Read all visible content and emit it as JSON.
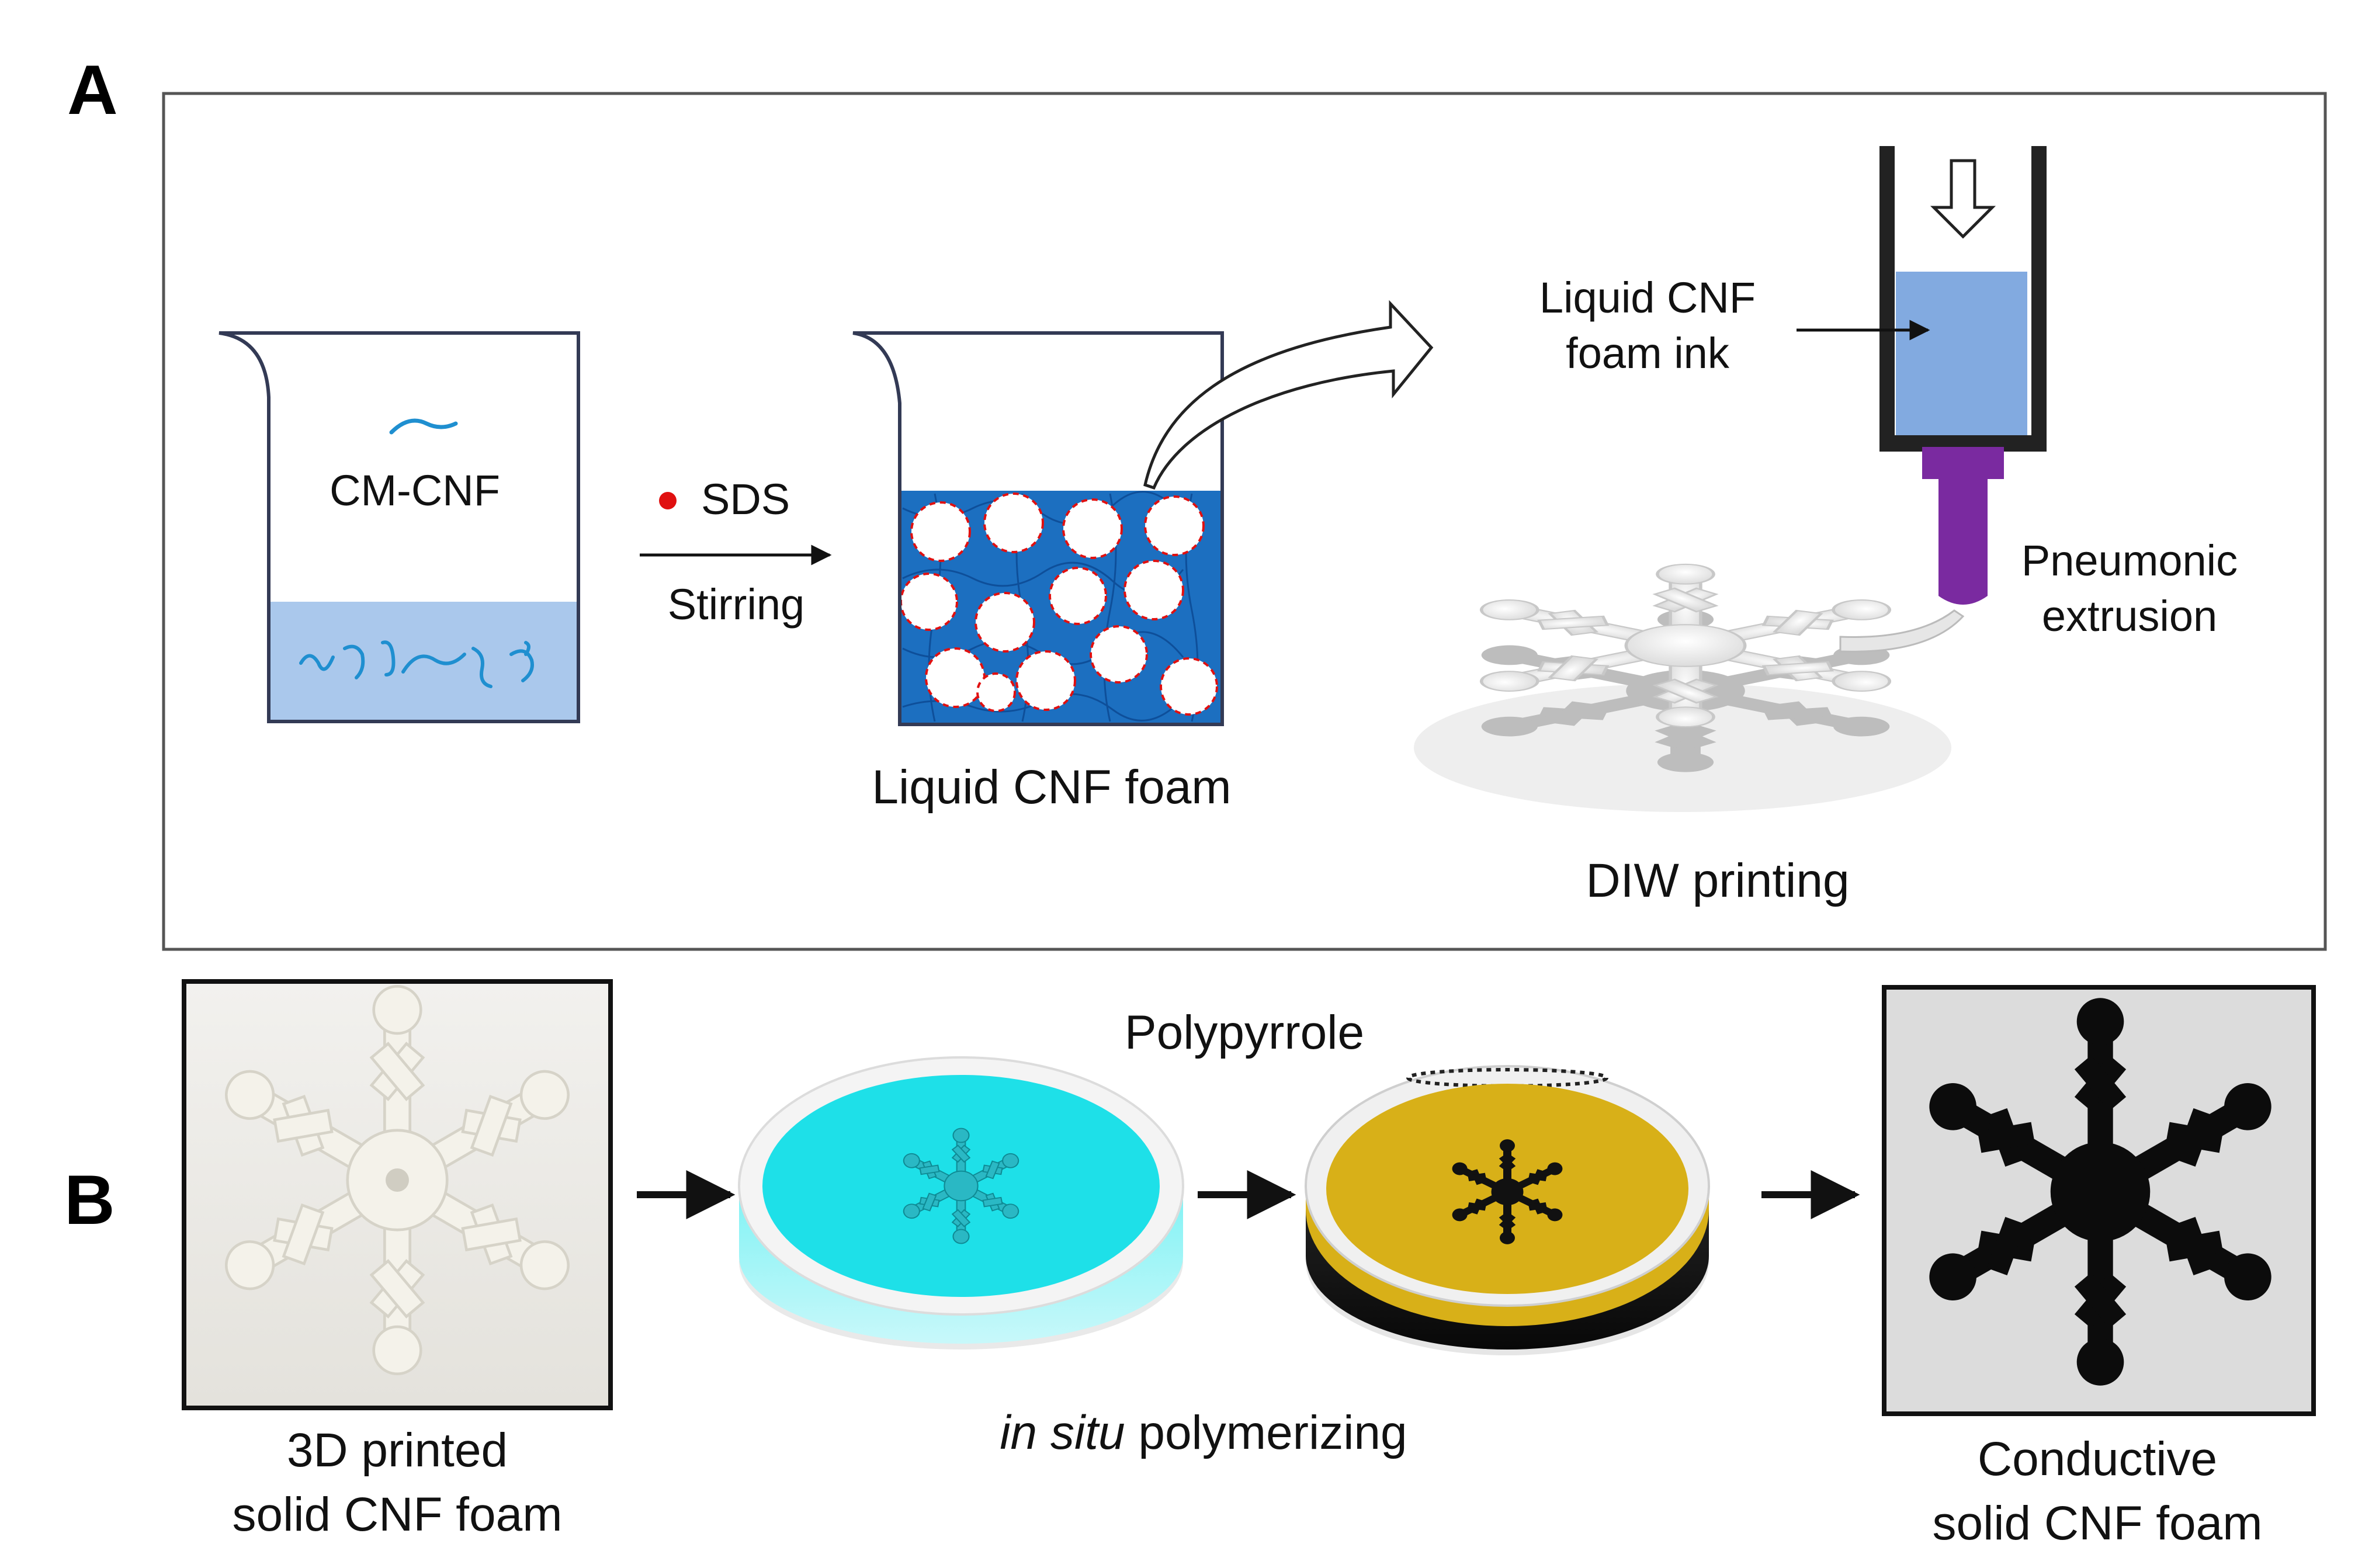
{
  "panel_a": {
    "letter": "A",
    "cm_cnf_label": "CM-CNF",
    "sds_label": "SDS",
    "stirring_label": "Stirring",
    "liquid_foam_label": "Liquid CNF foam",
    "ink_label_line1": "Liquid CNF",
    "ink_label_line2": "foam ink",
    "extrusion_label_line1": "Pneumonic",
    "extrusion_label_line2": "extrusion",
    "diw_label": "DIW printing"
  },
  "panel_b": {
    "letter": "B",
    "printed_label_line1": "3D printed",
    "printed_label_line2": "solid CNF foam",
    "polypyrrole_label": "Polypyrrole",
    "insitu_italic": "in situ",
    "insitu_rest": " polymerizing",
    "conductive_label_line1": "Conductive",
    "conductive_label_line2": "solid CNF foam"
  },
  "colors": {
    "fiber_blue": "#1f8fd0",
    "liquid_blue": "#aac8ec",
    "ink_blue": "#82aae0",
    "nozzle_purple": "#7a2aa0",
    "sds_red": "#e01010",
    "cyan_bath": "#1ee0e8",
    "gold_bath": "#d8b018",
    "dark_foam": "#111111"
  }
}
